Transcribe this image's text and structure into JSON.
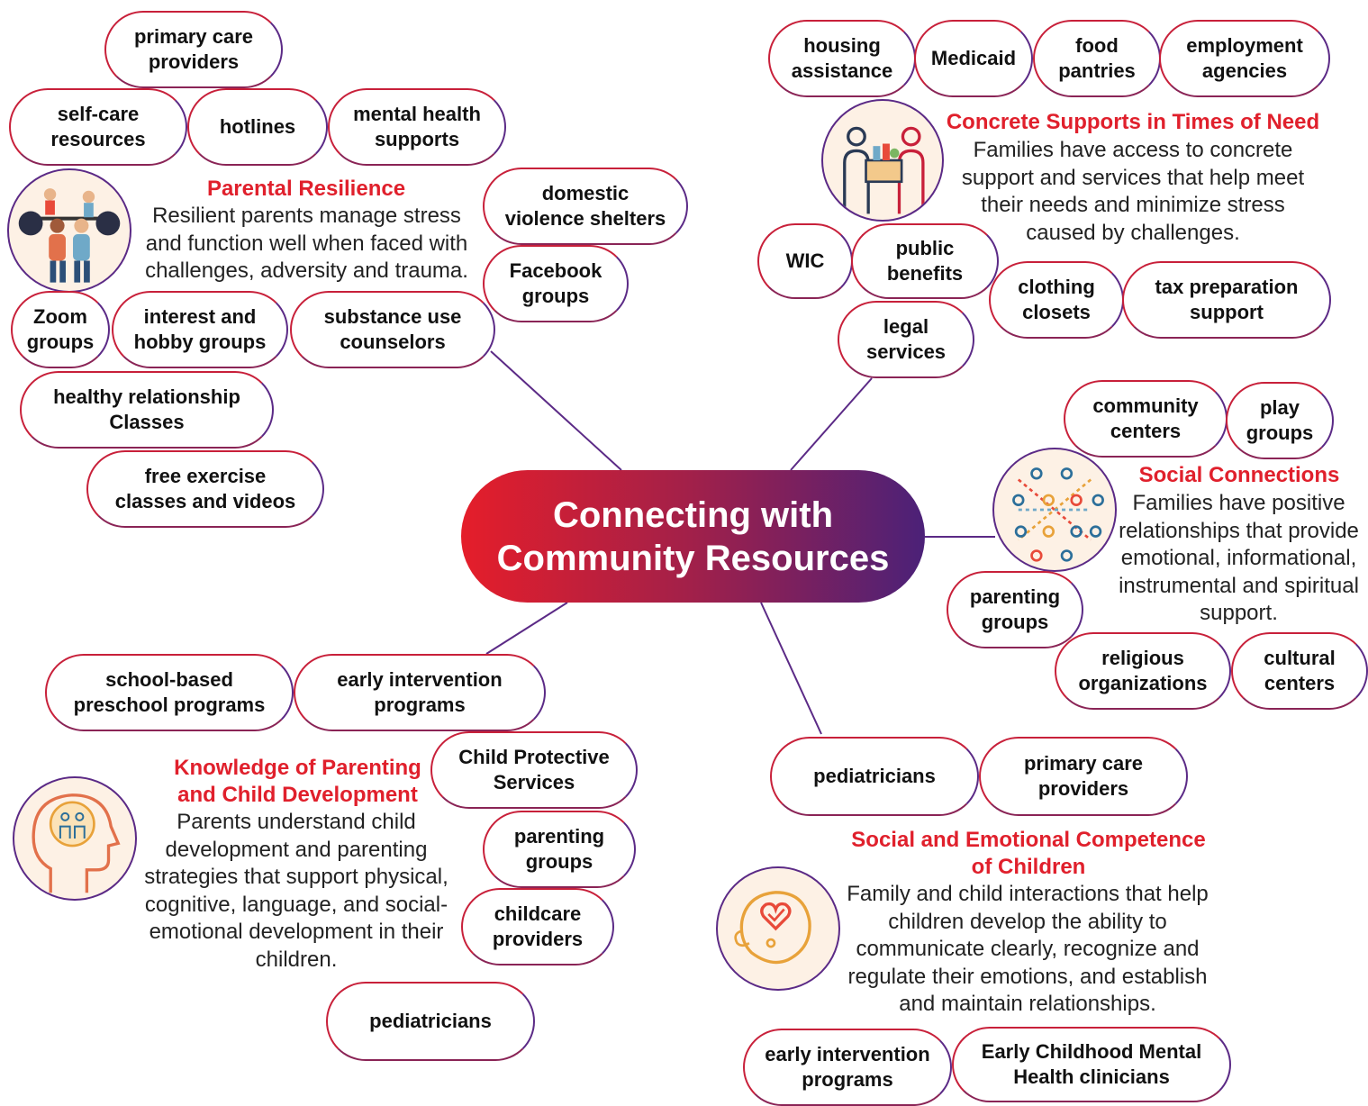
{
  "center": {
    "title": "Connecting with\nCommunity Resources"
  },
  "colors": {
    "accent_red": "#e0202c",
    "accent_purple": "#5b2a86",
    "gradient_start": "#e51e2a",
    "gradient_end": "#4b2178"
  },
  "categories": {
    "parental_resilience": {
      "title": "Parental Resilience",
      "description": "Resilient parents manage stress and function well when faced with challenges, adversity and trauma.",
      "icon": "weightlifting-family-icon",
      "resources": [
        "primary care\nproviders",
        "self-care\nresources",
        "hotlines",
        "mental health\nsupports",
        "domestic\nviolence shelters",
        "Facebook\ngroups",
        "Zoom\ngroups",
        "interest and\nhobby groups",
        "substance use\ncounselors",
        "healthy relationship\nClasses",
        "free exercise\nclasses and videos"
      ]
    },
    "concrete_supports": {
      "title": "Concrete Supports in Times of Need",
      "description": "Families have access to concrete support and services that help meet their needs and minimize stress caused by challenges.",
      "icon": "groceries-handoff-icon",
      "resources": [
        "housing\nassistance",
        "Medicaid",
        "food\npantries",
        "employment\nagencies",
        "WIC",
        "public\nbenefits",
        "clothing\nclosets",
        "tax preparation\nsupport",
        "legal\nservices"
      ]
    },
    "social_connections": {
      "title": "Social Connections",
      "description": "Families have positive relationships that provide emotional, informational, instrumental  and spiritual support.",
      "icon": "people-network-icon",
      "resources": [
        "community\ncenters",
        "play\ngroups",
        "parenting\ngroups",
        "religious\norganizations",
        "cultural\ncenters"
      ]
    },
    "knowledge_parenting": {
      "title": "Knowledge of Parenting\nand Child Development",
      "description": "Parents understand child development and parenting strategies that support physical, cognitive, language, and social-emotional development in their children.",
      "icon": "head-with-family-icon",
      "resources": [
        "school-based\npreschool programs",
        "early intervention\nprograms",
        "Child Protective\nServices",
        "parenting\ngroups",
        "childcare\nproviders",
        "pediatricians"
      ]
    },
    "social_emotional": {
      "title": "Social and Emotional Competence\nof Children",
      "description": "Family and child interactions that help children develop the ability to communicate clearly, recognize and regulate their emotions, and establish and maintain relationships.",
      "icon": "child-heart-icon",
      "resources": [
        "pediatricians",
        "primary care\nproviders",
        "early intervention\nprograms",
        "Early Childhood Mental\nHealth clinicians"
      ]
    }
  }
}
